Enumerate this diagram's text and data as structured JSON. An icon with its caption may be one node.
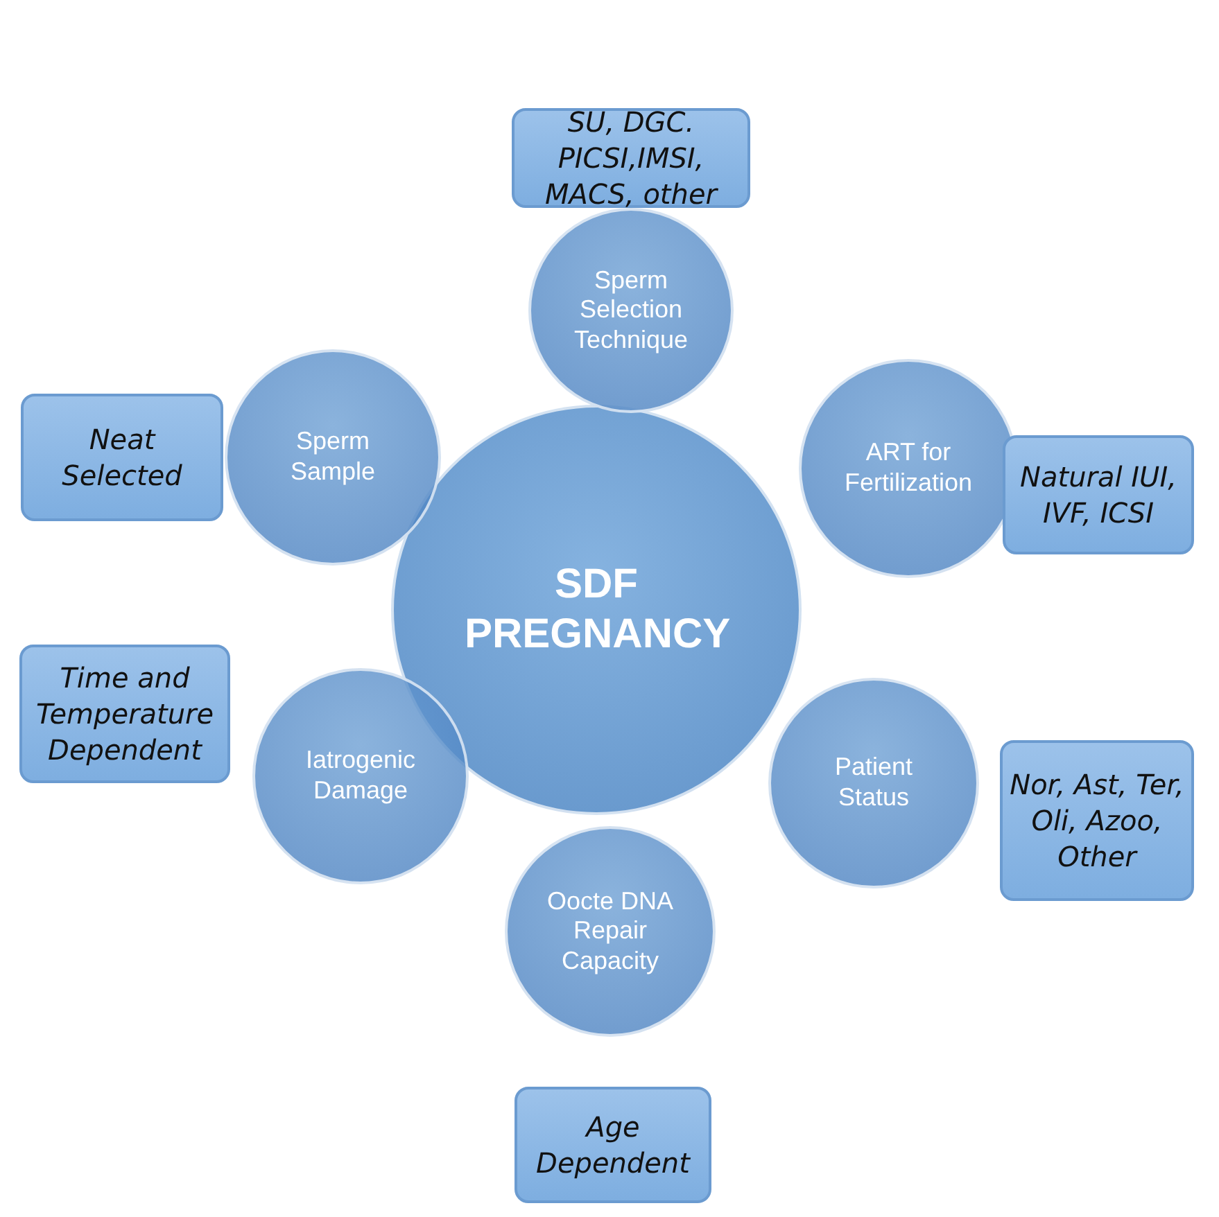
{
  "diagram": {
    "nodes": [
      {
        "text": [
          "SDF PREGNANCY"
        ]
      },
      {
        "text": [
          "Sperm Selection Technique"
        ]
      },
      {
        "text": [
          "SU, DGC. PICSI,IMSI, MACS, other"
        ]
      },
      {
        "text": [
          "ART for Fertilization"
        ]
      },
      {
        "text": [
          "Natural IUI, IVF, ICSI"
        ]
      },
      {
        "text": [
          "Patient Status"
        ]
      },
      {
        "text": [
          "Nor, Ast, Ter, Oli, Azoo, Other"
        ]
      },
      {
        "text": [
          "Oocte DNA Repair Capacity"
        ]
      },
      {
        "text": [
          "Age Dependent"
        ]
      },
      {
        "text": [
          "Iatrogenic Damage"
        ]
      },
      {
        "text": [
          "Time and Temperature Dependent"
        ]
      },
      {
        "text": [
          "Sperm Sample"
        ]
      },
      {
        "text": [
          "Neat Selected"
        ]
      }
    ]
  }
}
